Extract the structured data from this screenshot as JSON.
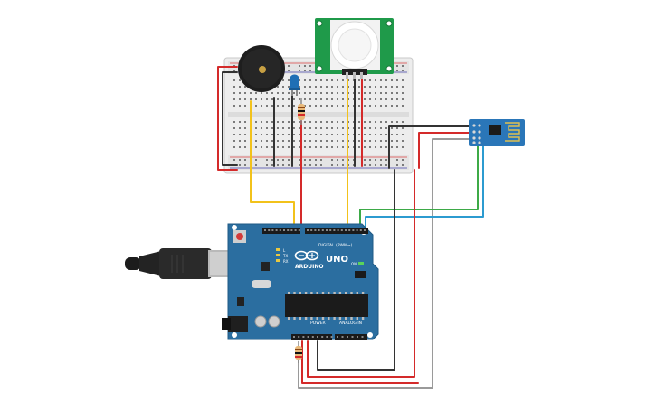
{
  "board": {
    "brand": "ARDUINO",
    "model": "UNO",
    "digital_label": "DIGITAL (PWM~)",
    "power_label": "POWER",
    "analog_label": "ANALOG IN",
    "tx_label": "TX",
    "rx_label": "RX",
    "l_label": "L",
    "on_label": "ON"
  },
  "colors": {
    "board": "#2b6ea0",
    "breadboard": "#efefef",
    "pir_pcb": "#1f9a4a",
    "esp_pcb": "#2a76b8",
    "wire_red": "#d42a2a",
    "wire_black": "#333333",
    "wire_yellow": "#f2c21b",
    "wire_green": "#3daa47",
    "wire_blue": "#2c9bd0",
    "wire_gray": "#9a9a9a"
  }
}
